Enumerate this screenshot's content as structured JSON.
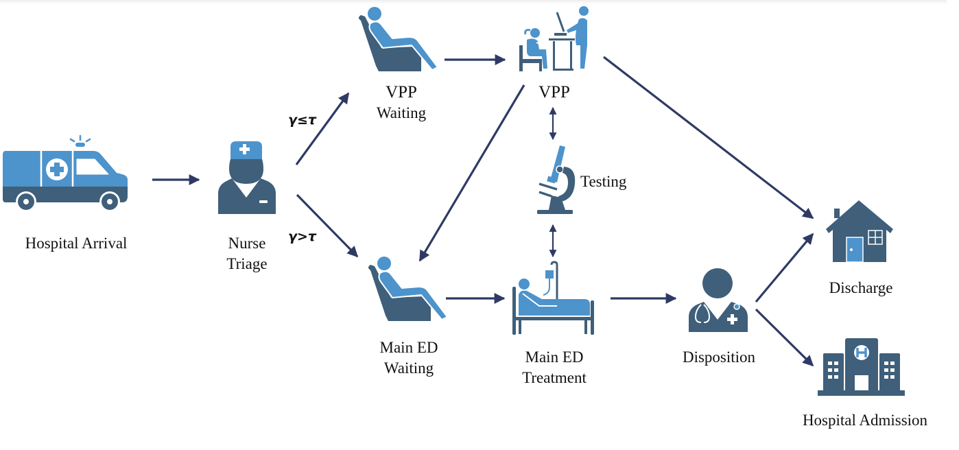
{
  "colors": {
    "dark": "#3f5f7a",
    "light": "#4d93cc",
    "arrow": "#2f3a64",
    "text": "#111111"
  },
  "nodes": {
    "arrival": {
      "label": "Hospital Arrival",
      "icon": "ambulance-icon"
    },
    "triage": {
      "line1": "Nurse",
      "line2": "Triage",
      "icon": "nurse-icon"
    },
    "vpp_waiting": {
      "line1": "VPP",
      "line2": "Waiting",
      "icon": "recliner-patient-icon"
    },
    "vpp": {
      "label": "VPP",
      "icon": "virtual-care-desk-icon"
    },
    "testing": {
      "label": "Testing",
      "icon": "microscope-icon"
    },
    "main_waiting": {
      "line1": "Main ED",
      "line2": "Waiting",
      "icon": "recliner-patient-icon"
    },
    "main_treatment": {
      "line1": "Main ED",
      "line2": "Treatment",
      "icon": "hospital-bed-icon"
    },
    "disposition": {
      "label": "Disposition",
      "icon": "doctor-icon"
    },
    "discharge": {
      "label": "Discharge",
      "icon": "house-icon"
    },
    "admission": {
      "label": "Hospital Admission",
      "icon": "hospital-building-icon"
    }
  },
  "conditions": {
    "to_vpp": "γ≤τ",
    "to_main": "γ>τ"
  },
  "edges": [
    {
      "from": "arrival",
      "to": "triage"
    },
    {
      "from": "triage",
      "to": "vpp_waiting",
      "condition": "γ≤τ"
    },
    {
      "from": "triage",
      "to": "main_waiting",
      "condition": "γ>τ"
    },
    {
      "from": "vpp_waiting",
      "to": "vpp"
    },
    {
      "from": "vpp",
      "to": "main_waiting"
    },
    {
      "from": "vpp",
      "to": "testing",
      "bidirectional": true
    },
    {
      "from": "testing",
      "to": "main_treatment",
      "bidirectional": true
    },
    {
      "from": "vpp",
      "to": "discharge"
    },
    {
      "from": "main_waiting",
      "to": "main_treatment"
    },
    {
      "from": "main_treatment",
      "to": "disposition"
    },
    {
      "from": "disposition",
      "to": "discharge"
    },
    {
      "from": "disposition",
      "to": "admission"
    }
  ]
}
